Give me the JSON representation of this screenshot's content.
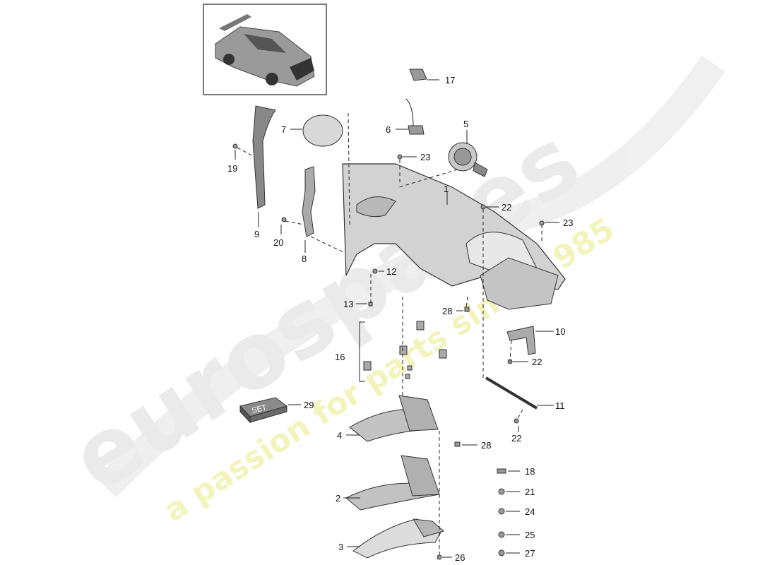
{
  "watermark": {
    "brand": "eurospares",
    "tagline": "a passion for parts since 1985",
    "brand_color": "#e6e6e6",
    "tagline_color": "#f3f3b8"
  },
  "callouts": [
    {
      "id": "c1",
      "number": "1"
    },
    {
      "id": "c2",
      "number": "2"
    },
    {
      "id": "c3",
      "number": "3"
    },
    {
      "id": "c4",
      "number": "4"
    },
    {
      "id": "c5",
      "number": "5"
    },
    {
      "id": "c6",
      "number": "6"
    },
    {
      "id": "c7",
      "number": "7"
    },
    {
      "id": "c8",
      "number": "8"
    },
    {
      "id": "c9",
      "number": "9"
    },
    {
      "id": "c10",
      "number": "10"
    },
    {
      "id": "c11",
      "number": "11"
    },
    {
      "id": "c12",
      "number": "12"
    },
    {
      "id": "c13",
      "number": "13"
    },
    {
      "id": "c16",
      "number": "16"
    },
    {
      "id": "c17",
      "number": "17"
    },
    {
      "id": "c18",
      "number": "18"
    },
    {
      "id": "c19",
      "number": "19"
    },
    {
      "id": "c20",
      "number": "20"
    },
    {
      "id": "c21",
      "number": "21"
    },
    {
      "id": "c22a",
      "number": "22"
    },
    {
      "id": "c22b",
      "number": "22"
    },
    {
      "id": "c22c",
      "number": "22"
    },
    {
      "id": "c23a",
      "number": "23"
    },
    {
      "id": "c23b",
      "number": "23"
    },
    {
      "id": "c24",
      "number": "24"
    },
    {
      "id": "c25",
      "number": "25"
    },
    {
      "id": "c26",
      "number": "26"
    },
    {
      "id": "c27",
      "number": "27"
    },
    {
      "id": "c28a",
      "number": "28"
    },
    {
      "id": "c28b",
      "number": "28"
    },
    {
      "id": "c29",
      "number": "29"
    }
  ],
  "set_box_label": "SET"
}
